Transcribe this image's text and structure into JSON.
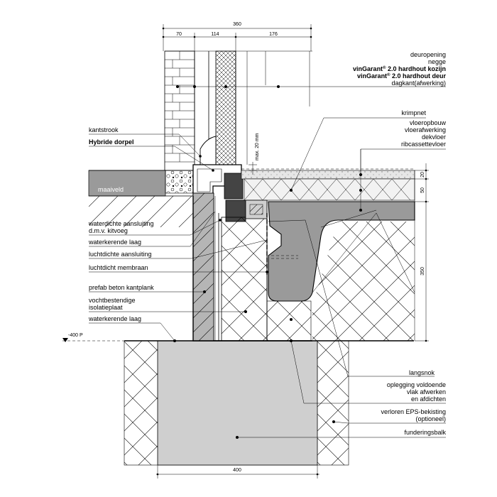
{
  "dimensions": {
    "top_total": "360",
    "top_a": "70",
    "top_b": "114",
    "top_c": "176",
    "right_20": "20",
    "right_50": "50",
    "right_350": "350",
    "bottom_400": "400",
    "max_20": "max. 20 mm",
    "level": "-400 P"
  },
  "labels_right": {
    "deuropening": "deuropening",
    "negge": "negge",
    "kozijn_prefix": "vinGarant",
    "kozijn_suffix": " 2.0 hardhout kozijn",
    "deur_prefix": "vinGarant",
    "deur_suffix": " 2.0 hardhout deur",
    "registered": "®",
    "dagkant": "dagkant(afwerking)",
    "krimpnet": "krimpnet",
    "vloeropbouw": "vloeropbouw",
    "vloerafwerking": "vloerafwerking",
    "dekvloer": "dekvloer",
    "ribcassettevloer": "ribcassettevloer",
    "langsnok": "langsnok",
    "oplegging_1": "oplegging voldoende",
    "oplegging_2": "vlak afwerken",
    "oplegging_3": "en afdichten",
    "eps_1": "verloren EPS-bekisting",
    "eps_2": "(optioneel)",
    "funderingsbalk": "funderingsbalk"
  },
  "labels_left": {
    "kantstrook": "kantstrook",
    "hybride_dorpel": "Hybride dorpel",
    "maaiveld": "maaiveld",
    "waterdicht_1": "waterdichte aansluiting",
    "waterdicht_2": "d.m.v. kitvoeg",
    "waterkerende_laag_1": "waterkerende laag",
    "luchtdichte_aansluiting": "luchtdichte aansluiting",
    "luchtdicht_membraan": "luchtdicht membraan",
    "prefab_beton": "prefab beton kantplank",
    "vochtbestendige_1": "vochtbestendige",
    "vochtbestendige_2": "isolatieplaat",
    "waterkerende_laag_2": "waterkerende laag"
  },
  "colors": {
    "concrete_light": "#cfcfcf",
    "concrete_dark": "#9a9a9a",
    "concrete_mid": "#b5b5b5",
    "screed": "#e6e6e6",
    "eps": "#f2f2f2",
    "line": "#000000"
  }
}
